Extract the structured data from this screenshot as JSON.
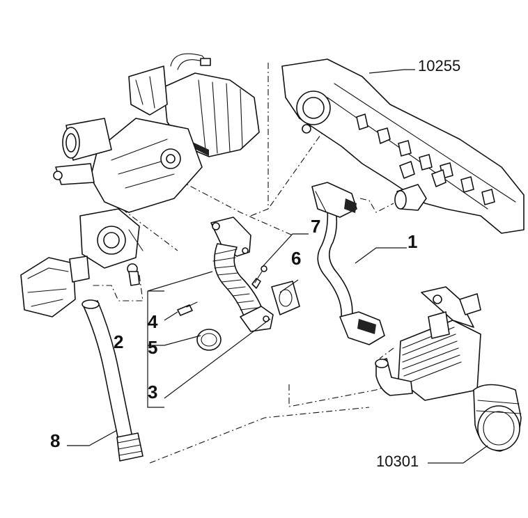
{
  "callouts": {
    "c1": "1",
    "c2": "2",
    "c3": "3",
    "c4": "4",
    "c5": "5",
    "c6": "6",
    "c7": "7",
    "c8": "8",
    "c10255": "10255",
    "c10301": "10301"
  }
}
